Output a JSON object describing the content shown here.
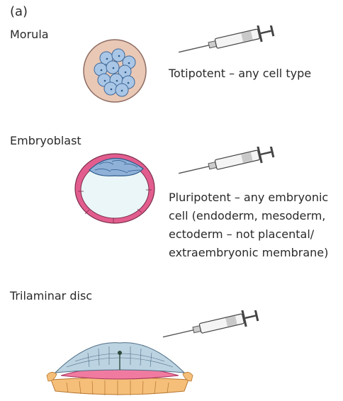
{
  "panel_label": "(a)",
  "stages": [
    {
      "name": "Morula",
      "description_lines": [
        "Totipotent – any cell type"
      ]
    },
    {
      "name": "Embryoblast",
      "description_lines": [
        "Pluripotent – any embryonic",
        "cell (endoderm, mesoderm,",
        "ectoderm – not placental/",
        "extraembryonic membrane)"
      ]
    },
    {
      "name": "Trilaminar disc",
      "description_lines": []
    }
  ],
  "colors": {
    "morula_zona": "#e9c8b6",
    "blastomere": "#a9c6e6",
    "trophoblast": "#e25d8e",
    "blastocoel": "#eaf6f7",
    "embryoblast_mass": "#8fb1d8",
    "ectoderm": "#bcd3e2",
    "mesoderm": "#f07aa0",
    "endoderm": "#f5bf7a",
    "syringe_barrel": "#f4f4f4"
  },
  "icons": [
    "syringe-icon",
    "morula-icon",
    "blastocyst-icon",
    "trilaminar-disc-icon"
  ]
}
